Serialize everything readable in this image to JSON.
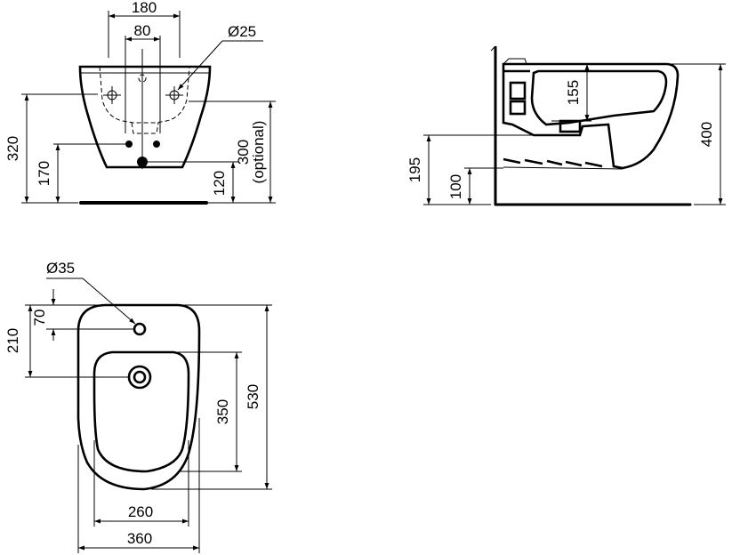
{
  "front_view": {
    "top_width": "180",
    "top_inner_width": "80",
    "tap_hole_diameter": "Ø25",
    "total_height": "320",
    "bolt_height": "170",
    "waste_height": "120",
    "optional_height": "300",
    "optional_note": "(optional)"
  },
  "side_view": {
    "rim_to_bowl": "155",
    "total_height": "400",
    "waste_outlet_height": "195",
    "base_height": "100"
  },
  "plan_view": {
    "tap_hole_diameter": "Ø35",
    "tap_offset": "70",
    "waste_offset": "210",
    "bowl_length": "350",
    "total_length": "530",
    "bowl_width": "260",
    "total_width": "360"
  }
}
